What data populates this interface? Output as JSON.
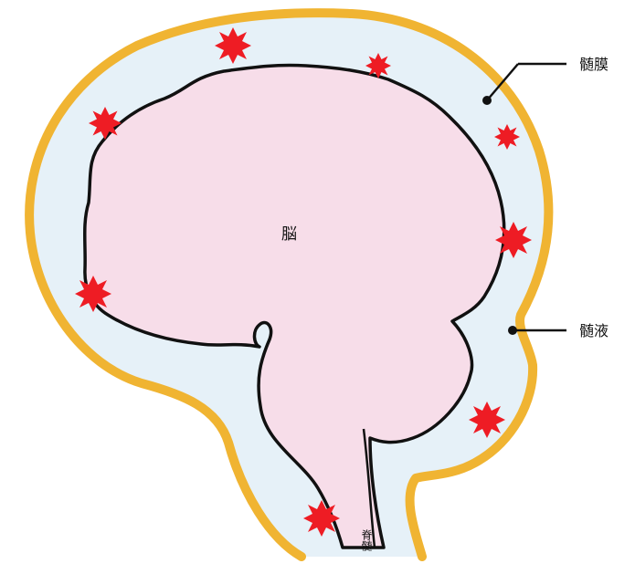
{
  "labels": {
    "meninges": "髄膜",
    "csf": "髄液",
    "brain": "脳",
    "spinal_cord": "脊髄"
  },
  "colors": {
    "meninges": "#f0b432",
    "csf": "#e6f1f8",
    "brain": "#f7dde9",
    "outline": "#111111",
    "inflammation": "#ee1c24"
  },
  "icons": {
    "inflammation": "red-starburst-icon"
  }
}
